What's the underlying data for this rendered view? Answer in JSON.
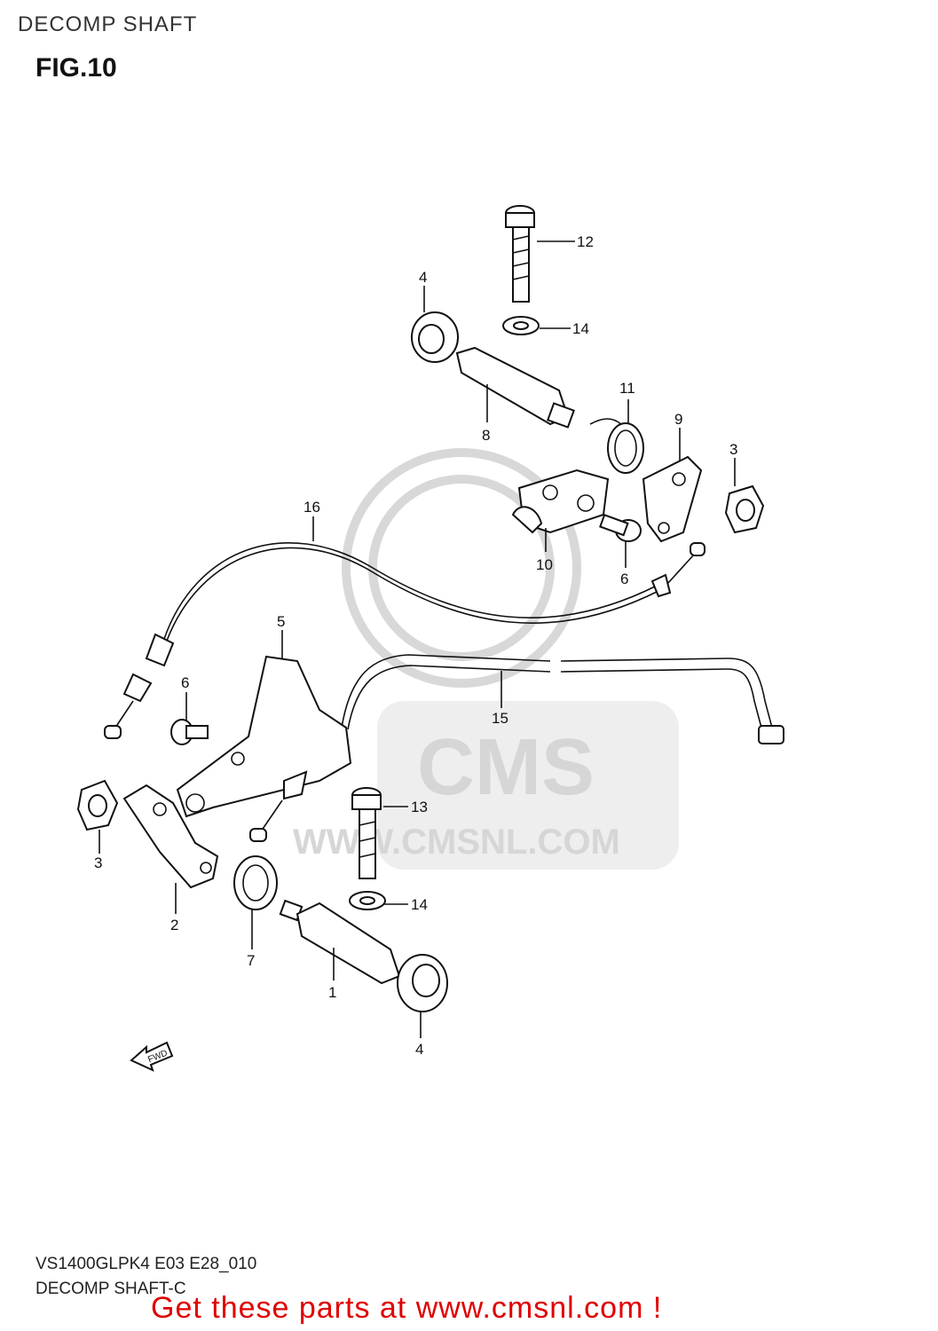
{
  "header": {
    "title": "DECOMP SHAFT",
    "figure": "FIG.10"
  },
  "watermark": {
    "logo": "CMS",
    "url": "WWW.CMSNL.COM"
  },
  "callouts": [
    "1",
    "2",
    "3",
    "3",
    "4",
    "4",
    "5",
    "6",
    "6",
    "7",
    "8",
    "9",
    "10",
    "11",
    "12",
    "13",
    "14",
    "14",
    "15",
    "16"
  ],
  "direction_label": "FWD",
  "footer": {
    "model_code": "VS1400GLPK4 E03 E28_010",
    "subtitle": "DECOMP SHAFT-C",
    "cta": "Get these parts at www.cmsnl.com !"
  },
  "colors": {
    "cta": "#e00000",
    "watermark": "#d6d6d6",
    "line": "#111111"
  }
}
